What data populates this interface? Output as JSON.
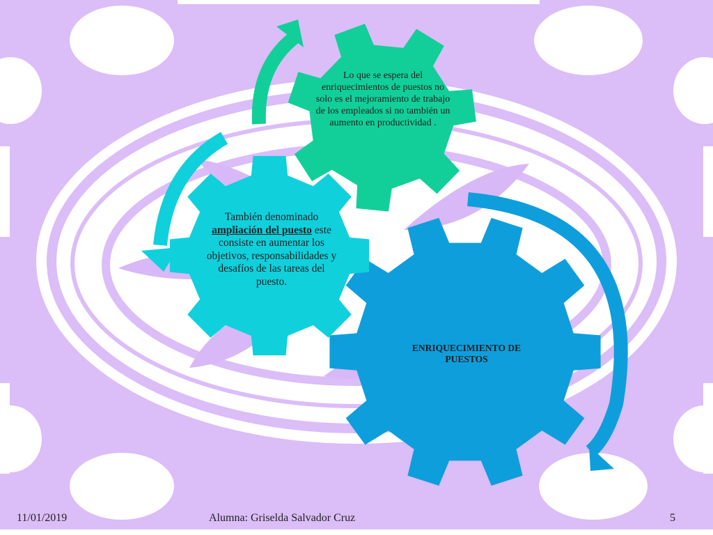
{
  "colors": {
    "background": "#dbbdf8",
    "frame": "#ffffff",
    "petal": "#d8b8f6",
    "gear_green": "#12cf99",
    "gear_cyan": "#10d0dc",
    "gear_blue": "#0f9edc",
    "arrow_green": "#12cf99",
    "arrow_cyan": "#10d0dc",
    "arrow_blue": "#0f9edc"
  },
  "gears": {
    "green": {
      "text": "Lo que se espera del enriquecimientos de puestos no solo es el mejoramiento de trabajo de los empleados si no también un aumento en productividad ."
    },
    "cyan": {
      "text_before": "También denominado ",
      "text_emph": "ampliación del puesto",
      "text_after": " este consiste en aumentar los objetivos, responsabilidades y desafíos de las tareas del puesto."
    },
    "blue": {
      "text": "ENRIQUECIMIENTO DE PUESTOS"
    }
  },
  "footer": {
    "date": "11/01/2019",
    "author": "Alumna: Griselda Salvador Cruz",
    "page": "5"
  }
}
